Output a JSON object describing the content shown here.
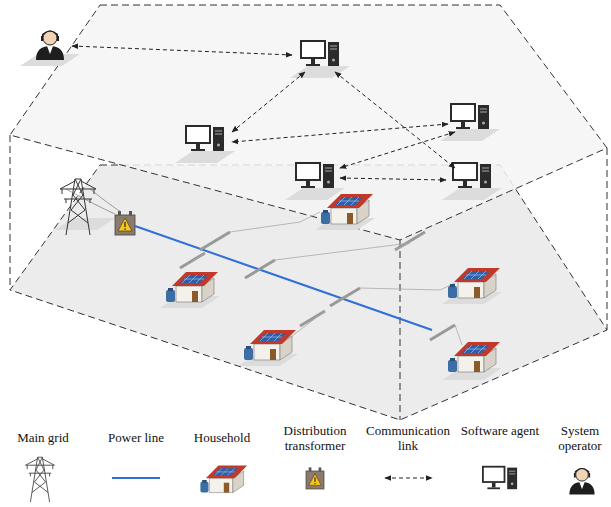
{
  "diagram": {
    "legend": [
      {
        "text": "Main grid"
      },
      {
        "text": "Power line"
      },
      {
        "text": "Household"
      },
      {
        "text": "Distribution transformer"
      },
      {
        "text": "Communication link"
      },
      {
        "text": "Software agent"
      },
      {
        "text": "System operator"
      }
    ]
  }
}
